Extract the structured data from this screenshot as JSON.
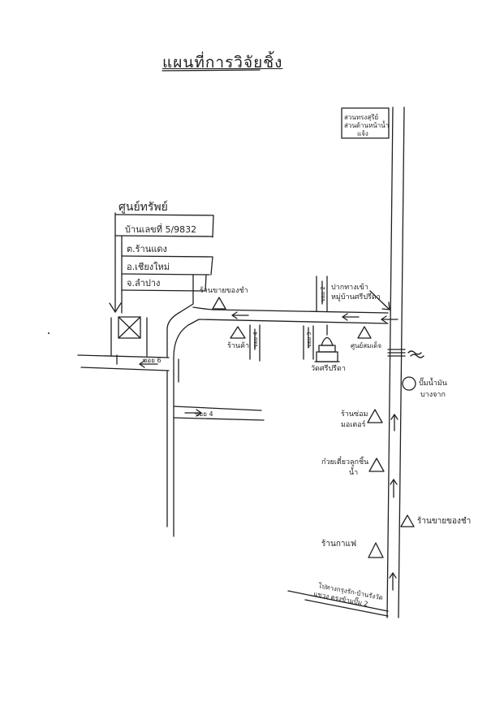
{
  "title": "แผนที่การวิจัยชิ้ง",
  "address_block": {
    "line1": "ศูนย์ทรัพย์",
    "line2": "บ้านเลขที่ 5/9832",
    "line3": "ต.ร้านแดง",
    "line4": "อ.เชียงใหม่",
    "line5": "จ.ลำปาง"
  },
  "top_right_box": {
    "line1": "สวนทรงสุรีย์",
    "line2": "ส่วนด้านหน้าน้ำ",
    "line3": "แจ้ง"
  },
  "roads": {
    "soi_6": "ซอย 6",
    "soi_4": "ซอย 4",
    "soi_lower": "ซอย 4",
    "soi_3": "ซอย 3",
    "soi_2": "ซอย 2",
    "bottom_road_line1": "ไปทางกรุงรัก-บ้านรังวัด",
    "bottom_road_line2": "แขวง ตรงข้ามปั๊ม 2"
  },
  "landmarks": {
    "shop_top": "ร้านขายของชำ",
    "shop_mid": "ร้านค้า",
    "temple": "วัดศรีปรีดา",
    "entrance_line1": "ปากทางเข้า",
    "entrance_line2": "หมู่บ้านศรีปรีดา",
    "school": "ศูนย์สมเด็จ",
    "gas_line1": "ปั๊มน้ำมัน",
    "gas_line2": "บางจาก",
    "motorbike_line1": "ร้านซ่อม",
    "motorbike_line2": "มอเตอร์",
    "noodle_line1": "ก๋วยเตี๋ยวลูกชิ้น",
    "noodle_line2": "น้ำ",
    "grocery": "ร้านขายของชำ",
    "cafe": "ร้านกาแฟ"
  }
}
